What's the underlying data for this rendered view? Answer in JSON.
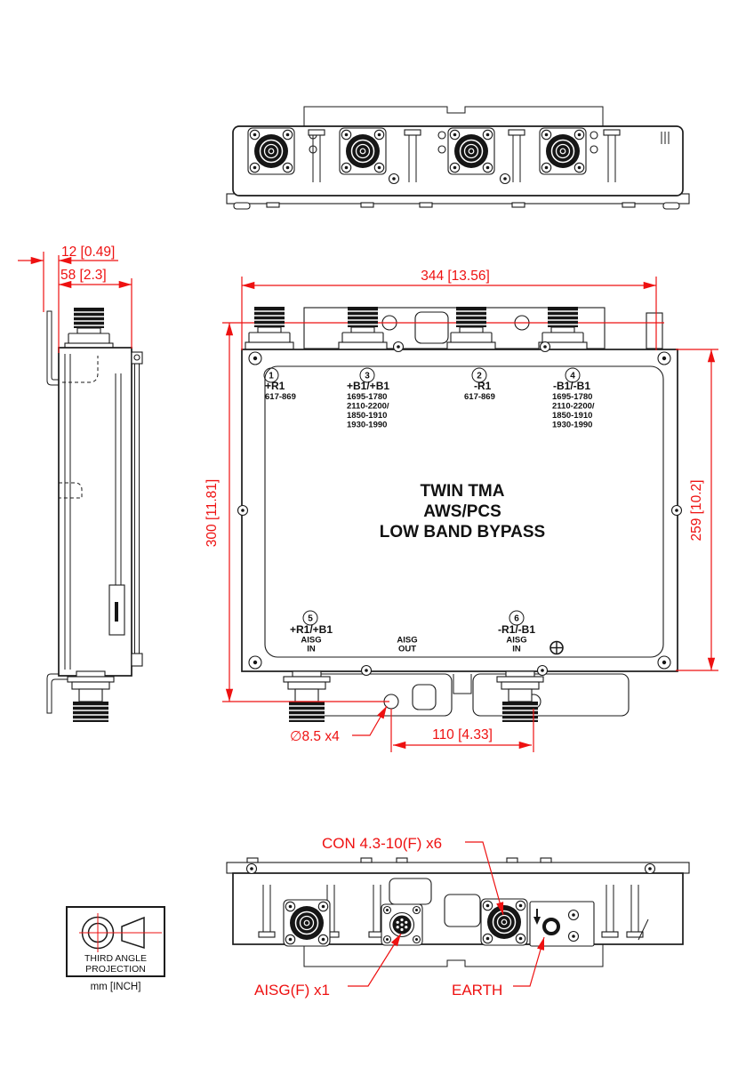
{
  "dimensions": {
    "bracket_offset": "12 [0.49]",
    "depth": "58 [2.3]",
    "width": "344 [13.56]",
    "height_overall": "300 [11.81]",
    "height_body": "259 [10.2]",
    "mount_hole": "∅8.5 x4",
    "hole_spacing": "110 [4.33]"
  },
  "callouts": {
    "rf_connectors": "CON 4.3-10(F) x6",
    "aisg_connector": "AISG(F) x1",
    "earth": "EARTH"
  },
  "faceplate": {
    "title1": "TWIN TMA",
    "title2": "AWS/PCS",
    "title3": "LOW BAND BYPASS",
    "port1": {
      "num": "1",
      "name": "+R1",
      "f1": "617-869"
    },
    "port3": {
      "num": "3",
      "name": "+B1/+B1",
      "f1": "1695-1780",
      "f2": "2110-2200/",
      "f3": "1850-1910",
      "f4": "1930-1990"
    },
    "port2": {
      "num": "2",
      "name": "-R1",
      "f1": "617-869"
    },
    "port4": {
      "num": "4",
      "name": "-B1/-B1",
      "f1": "1695-1780",
      "f2": "2110-2200/",
      "f3": "1850-1910",
      "f4": "1930-1990"
    },
    "port5": {
      "num": "5",
      "name": "+R1/+B1",
      "l1": "AISG",
      "l2": "IN"
    },
    "port6": {
      "num": "6",
      "name": "-R1/-B1",
      "l1": "AISG",
      "l2": "IN"
    },
    "aisg_out": {
      "l1": "AISG",
      "l2": "OUT"
    }
  },
  "projection": {
    "line1": "THIRD ANGLE",
    "line2": "PROJECTION",
    "units": "mm [INCH]"
  },
  "colors": {
    "dimension_red": "#ee1111",
    "line_black": "#1a1a1a",
    "background": "#ffffff"
  }
}
